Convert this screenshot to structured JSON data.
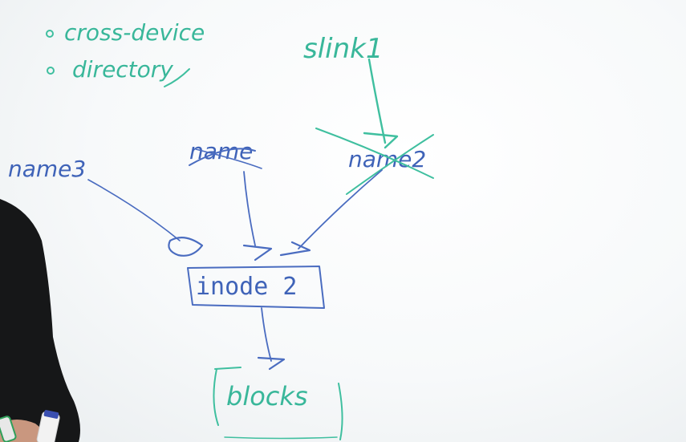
{
  "notes": {
    "bullet_1": "cross-device",
    "bullet_2": "directory"
  },
  "symlink_label": "slink1",
  "names": {
    "left": "name3",
    "middle": "name",
    "right": "name2"
  },
  "inode_label": "inode 2",
  "blocks_label": "blocks",
  "colors": {
    "blue_marker": "#3f63b8",
    "green_marker": "#39b79a",
    "presenter_shirt": "#161718"
  }
}
